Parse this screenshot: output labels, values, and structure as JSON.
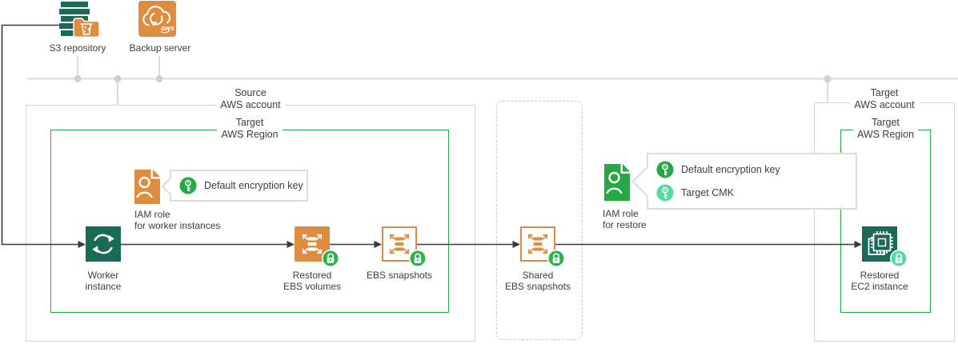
{
  "colors": {
    "dark_green": "#1a6a57",
    "green": "#27a844",
    "badge_green": "#2bb34b",
    "mint": "#55dba2",
    "orange": "#dd8c40",
    "account_border": "#d5d5d5",
    "dashed_border": "#c9c9c9",
    "bus_gray": "#dbdbdb",
    "dot_gray": "#d0d0d0",
    "callout_border": "#dcdcdc",
    "arrow": "#3a3a3a",
    "text": "#3e3e3e"
  },
  "nodes": {
    "s3": {
      "label": "S3 repository"
    },
    "backup": {
      "label": "Backup server",
      "logo": "aws"
    },
    "worker": {
      "label": [
        "Worker",
        "instance"
      ]
    },
    "restored_ebs": {
      "label": [
        "Restored",
        "EBS volumes"
      ]
    },
    "ebs_snapshots": {
      "label": [
        "EBS snapshots"
      ]
    },
    "shared_ebs": {
      "label": [
        "Shared",
        "EBS snapshots"
      ]
    },
    "restored_ec2": {
      "label": [
        "Restored",
        "EC2 instance"
      ]
    },
    "iam_worker": {
      "label": [
        "IAM role",
        "for worker instances"
      ]
    },
    "iam_restore": {
      "label": [
        "IAM role",
        "for restore"
      ]
    }
  },
  "containers": {
    "source_account": {
      "label": [
        "Source",
        "AWS account"
      ]
    },
    "source_region": {
      "label": [
        "Target",
        "AWS Region"
      ]
    },
    "target_account": {
      "label": [
        "Target",
        "AWS account"
      ]
    },
    "target_region": {
      "label": [
        "Target",
        "AWS Region"
      ]
    }
  },
  "callouts": {
    "worker": {
      "rows": [
        {
          "icon": "encryption-key-green-icon",
          "label": "Default encryption key"
        }
      ]
    },
    "restore": {
      "rows": [
        {
          "icon": "encryption-key-green-icon",
          "label": "Default encryption key"
        },
        {
          "icon": "encryption-key-mint-icon",
          "label": "Target CMK"
        }
      ]
    }
  }
}
